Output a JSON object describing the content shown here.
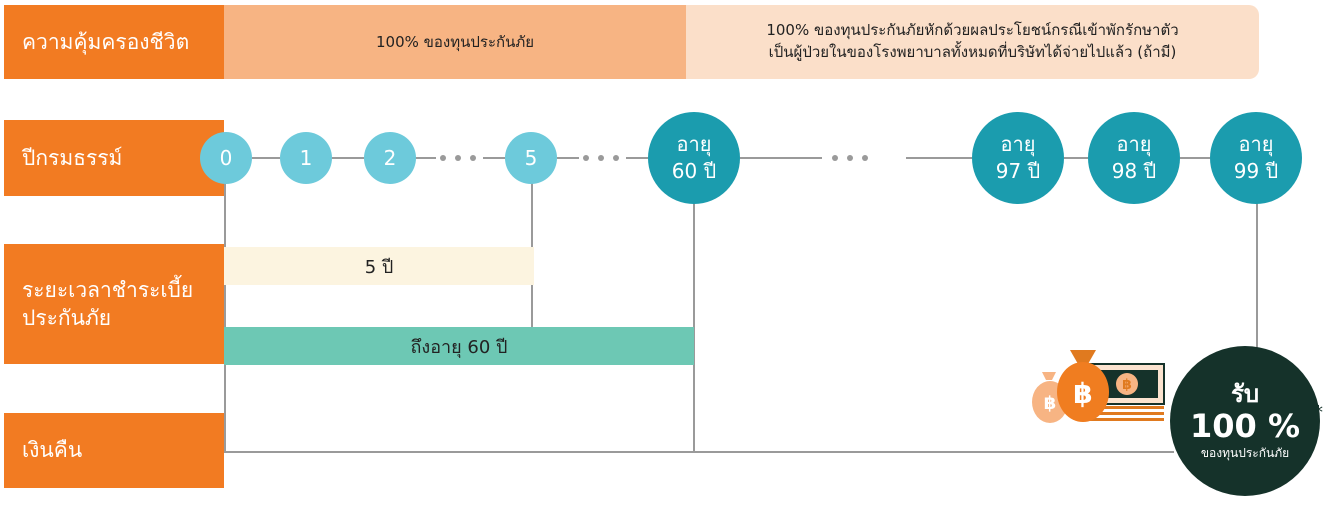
{
  "labels": {
    "coverage": "ความคุ้มครองชีวิต",
    "policy_year": "ปีกรมธรรม์",
    "payment_period": "ระยะเวลาชำระเบี้ยประกันภัย",
    "refund": "เงินคืน"
  },
  "coverage": {
    "full": "100% ของทุนประกันภัย",
    "net_line1": "100% ของทุนประกันภัยหักด้วยผลประโยชน์กรณีเข้าพักรักษาตัว",
    "net_line2": "เป็นผู้ป่วยในของโรงพยาบาลทั้งหมดที่บริษัทได้จ่ายไปแล้ว (ถ้ามี)"
  },
  "years": {
    "y0": "0",
    "y1": "1",
    "y2": "2",
    "y5": "5",
    "age60_l1": "อายุ",
    "age60_l2": "60 ปี",
    "age97_l1": "อายุ",
    "age97_l2": "97 ปี",
    "age98_l1": "อายุ",
    "age98_l2": "98 ปี",
    "age99_l1": "อายุ",
    "age99_l2": "99 ปี"
  },
  "payment": {
    "plan_5": "5 ปี",
    "plan_60": "ถึงอายุ 60 ปี"
  },
  "refund": {
    "line1": "รับ",
    "line2": "100 %",
    "line3": "ของทุนประกันภัย",
    "footnote_mark": "*"
  },
  "colors": {
    "label_orange": "#f27b22",
    "band_full": "#f7b483",
    "band_net": "#fbdfc9",
    "circle_light": "#6dcadb",
    "circle_dark": "#1b9cae",
    "bar_5": "#fcf4e0",
    "bar_60": "#6dc8b4",
    "refund_bg": "#15322a"
  },
  "icons": [
    "money-bags-banknotes-icon"
  ]
}
